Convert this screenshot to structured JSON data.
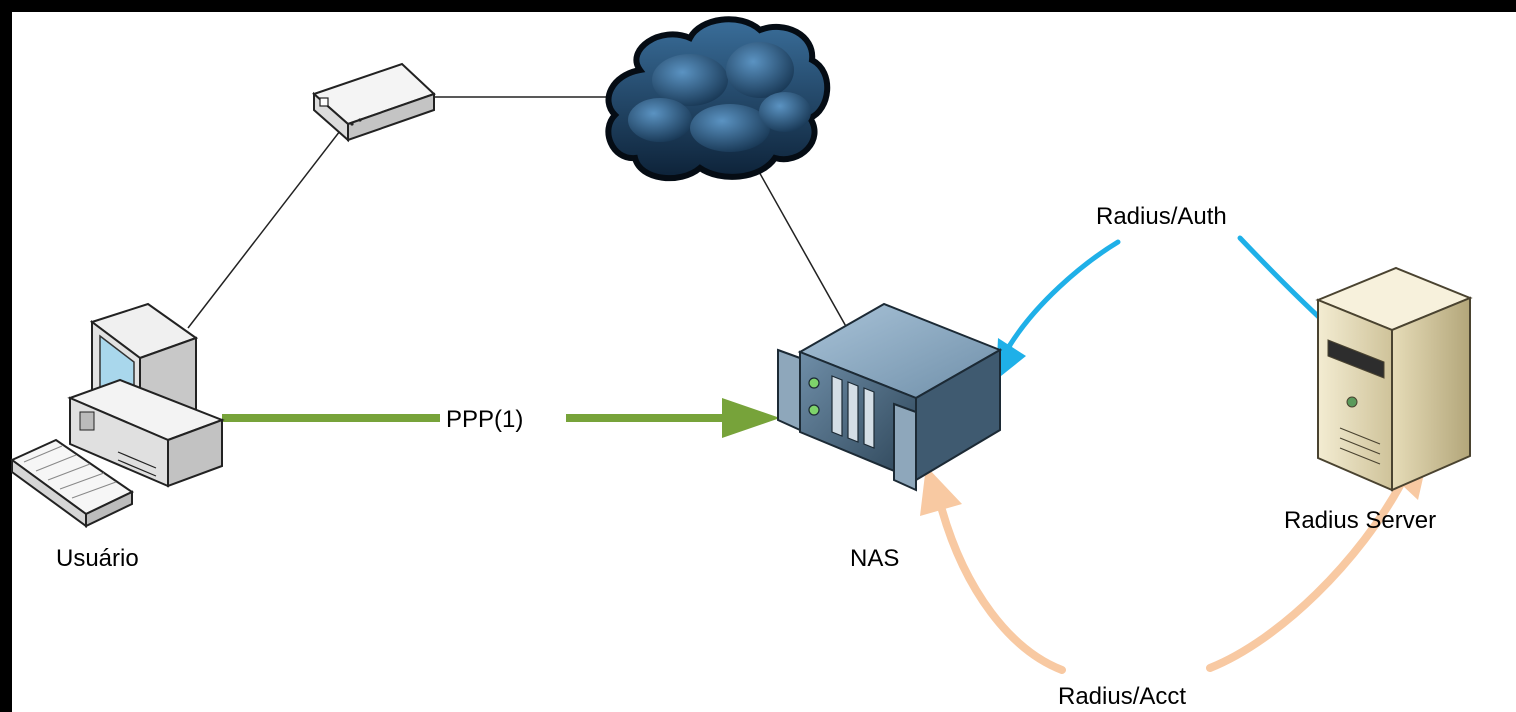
{
  "diagram": {
    "nodes": {
      "user": {
        "label": "Usuário",
        "icon": "desktop-computer-icon"
      },
      "modem": {
        "icon": "modem-icon"
      },
      "internet": {
        "icon": "cloud-icon"
      },
      "nas": {
        "label": "NAS",
        "icon": "rack-server-icon"
      },
      "radius_server": {
        "label": "Radius Server",
        "icon": "tower-server-icon"
      }
    },
    "edges": {
      "ppp": {
        "label": "PPP(1)",
        "color": "#77A33A"
      },
      "radius_auth": {
        "label": "Radius/Auth",
        "color": "#1FB0E8"
      },
      "radius_acct": {
        "label": "Radius/Acct",
        "color": "#F8C9A2"
      }
    },
    "colors": {
      "background": "#000000",
      "panel": "#ffffff",
      "link": "#222222"
    }
  }
}
